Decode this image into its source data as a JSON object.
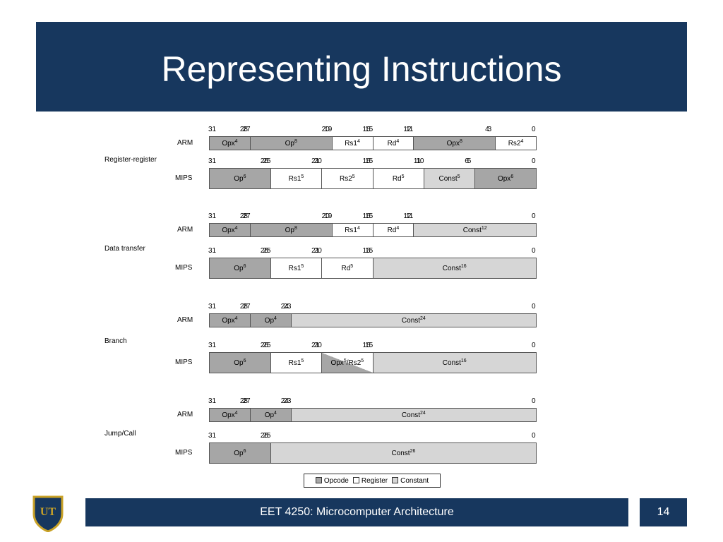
{
  "slide": {
    "title": "Representing Instructions",
    "footer": "EET 4250: Microcomputer Architecture",
    "page_number": "14",
    "logo_text": "UT"
  },
  "colors": {
    "bar": "#17375e",
    "opcode": "#a6a6a6",
    "register": "#ffffff",
    "constant": "#d6d6d6"
  },
  "diagram": {
    "categories": [
      "Register-register",
      "Data transfer",
      "Branch",
      "Jump/Call"
    ],
    "arch_labels": {
      "arm": "ARM",
      "mips": "MIPS"
    },
    "bit_rows": [
      [
        "31",
        "28",
        "27",
        "20",
        "19",
        "16",
        "15",
        "12",
        "11",
        "4",
        "3",
        "0"
      ],
      [
        "31",
        "26",
        "25",
        "21",
        "20",
        "16",
        "15",
        "11",
        "10",
        "6",
        "5",
        "0"
      ],
      [
        "31",
        "28",
        "27",
        "20",
        "19",
        "16",
        "15",
        "12",
        "11",
        "0"
      ],
      [
        "31",
        "26",
        "25",
        "21",
        "20",
        "16",
        "15",
        "0"
      ],
      [
        "31",
        "28",
        "27",
        "24",
        "23",
        "0"
      ],
      [
        "31",
        "26",
        "25",
        "21",
        "20",
        "16",
        "15",
        "0"
      ],
      [
        "31",
        "28",
        "27",
        "24",
        "23",
        "0"
      ],
      [
        "31",
        "26",
        "25",
        "0"
      ]
    ],
    "rows": [
      {
        "arch": "ARM",
        "fields": [
          {
            "name": "Opx",
            "bits": "4",
            "type": "opcode"
          },
          {
            "name": "Op",
            "bits": "8",
            "type": "opcode"
          },
          {
            "name": "Rs1",
            "bits": "4",
            "type": "register"
          },
          {
            "name": "Rd",
            "bits": "4",
            "type": "register"
          },
          {
            "name": "Opx",
            "bits": "8",
            "type": "opcode"
          },
          {
            "name": "Rs2",
            "bits": "4",
            "type": "register"
          }
        ]
      },
      {
        "arch": "MIPS",
        "fields": [
          {
            "name": "Op",
            "bits": "6",
            "type": "opcode"
          },
          {
            "name": "Rs1",
            "bits": "5",
            "type": "register"
          },
          {
            "name": "Rs2",
            "bits": "5",
            "type": "register"
          },
          {
            "name": "Rd",
            "bits": "5",
            "type": "register"
          },
          {
            "name": "Const",
            "bits": "5",
            "type": "constant"
          },
          {
            "name": "Opx",
            "bits": "6",
            "type": "opcode"
          }
        ]
      },
      {
        "arch": "ARM",
        "fields": [
          {
            "name": "Opx",
            "bits": "4",
            "type": "opcode"
          },
          {
            "name": "Op",
            "bits": "8",
            "type": "opcode"
          },
          {
            "name": "Rs1",
            "bits": "4",
            "type": "register"
          },
          {
            "name": "Rd",
            "bits": "4",
            "type": "register"
          },
          {
            "name": "Const",
            "bits": "12",
            "type": "constant"
          }
        ]
      },
      {
        "arch": "MIPS",
        "fields": [
          {
            "name": "Op",
            "bits": "6",
            "type": "opcode"
          },
          {
            "name": "Rs1",
            "bits": "5",
            "type": "register"
          },
          {
            "name": "Rd",
            "bits": "5",
            "type": "register"
          },
          {
            "name": "Const",
            "bits": "16",
            "type": "constant"
          }
        ]
      },
      {
        "arch": "ARM",
        "fields": [
          {
            "name": "Opx",
            "bits": "4",
            "type": "opcode"
          },
          {
            "name": "Op",
            "bits": "4",
            "type": "opcode"
          },
          {
            "name": "Const",
            "bits": "24",
            "type": "constant"
          }
        ]
      },
      {
        "arch": "MIPS",
        "fields": [
          {
            "name": "Op",
            "bits": "6",
            "type": "opcode"
          },
          {
            "name": "Rs1",
            "bits": "5",
            "type": "register"
          },
          {
            "name": "Opx",
            "bits": "5",
            "type": "split",
            "name2": "Rs2",
            "bits2": "5"
          },
          {
            "name": "Const",
            "bits": "16",
            "type": "constant"
          }
        ]
      },
      {
        "arch": "ARM",
        "fields": [
          {
            "name": "Opx",
            "bits": "4",
            "type": "opcode"
          },
          {
            "name": "Op",
            "bits": "4",
            "type": "opcode"
          },
          {
            "name": "Const",
            "bits": "24",
            "type": "constant"
          }
        ]
      },
      {
        "arch": "MIPS",
        "fields": [
          {
            "name": "Op",
            "bits": "6",
            "type": "opcode"
          },
          {
            "name": "Const",
            "bits": "26",
            "type": "constant"
          }
        ]
      }
    ],
    "legend": {
      "opcode": "Opcode",
      "register": "Register",
      "constant": "Constant"
    }
  }
}
